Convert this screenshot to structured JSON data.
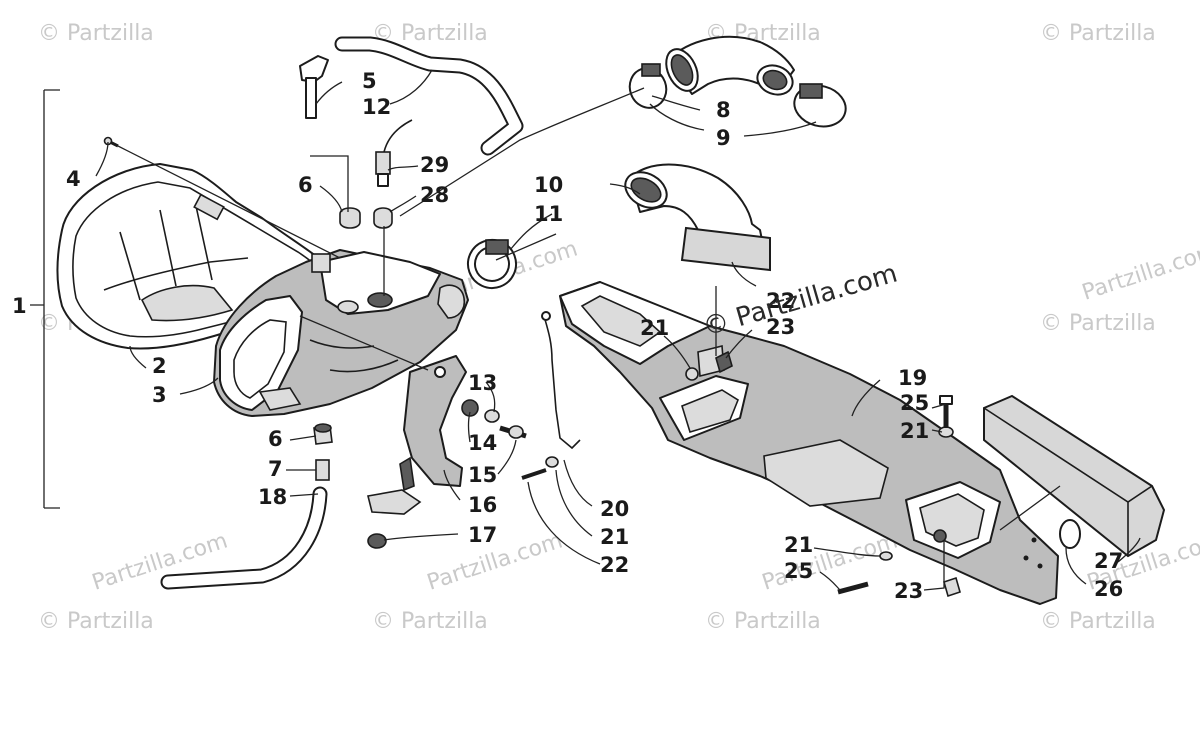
{
  "watermarks": {
    "corner_text": "© Partzilla",
    "domain_text": "Partzilla.com",
    "center_text": "© Partzilla.com"
  },
  "callouts": [
    "1",
    "2",
    "3",
    "4",
    "5",
    "6",
    "6",
    "7",
    "8",
    "9",
    "10",
    "11",
    "12",
    "13",
    "14",
    "15",
    "16",
    "17",
    "18",
    "19",
    "20",
    "21",
    "21",
    "21",
    "21",
    "22",
    "22",
    "23",
    "23",
    "25",
    "25",
    "26",
    "27",
    "28",
    "29"
  ]
}
